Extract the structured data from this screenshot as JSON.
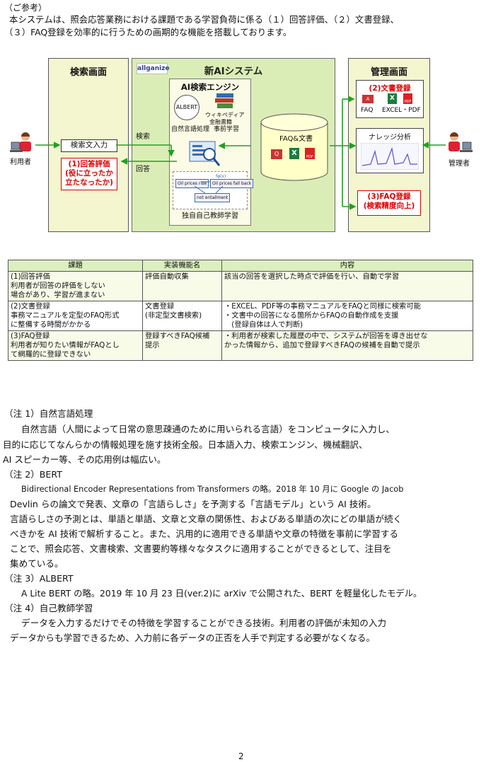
{
  "intro": {
    "heading": "（ご参考）",
    "line1": "本システムは、照会応答業務における課題である学習負荷に係る（１）回答評価、（２）文書登録、",
    "line2": "（３）FAQ登録を効率的に行うための画期的な機能を搭載しております。"
  },
  "diagram": {
    "search_panel_title": "検索画面",
    "ai_panel_title": "新AIシステム",
    "admin_panel_title": "管理画面",
    "logo": "allganize",
    "engine_title": "AI検索エンジン",
    "albert": "ALBERT",
    "wiki_line1": "ウィキペディア",
    "wiki_line2": "金融書籍",
    "nlp_label": "自然言語処理",
    "pretrain_label": "事前学習",
    "self_learning_label": "独自自己教師学習",
    "search_input_label": "検索文入力",
    "eval_line1": "(1)回答評価",
    "eval_line2": "(役に立ったか",
    "eval_line3": "立たなったか)",
    "search_arrow_label": "検索",
    "answer_arrow_label": "回答",
    "faq_doc_label": "FAQ&文書",
    "doc_reg_label": "(2)文書登録",
    "faq_label": "FAQ",
    "excel_pdf_label": "EXCEL・PDF",
    "knowledge_label": "ナレッジ分析",
    "faq_reg_line1": "(3)FAQ登録",
    "faq_reg_line2": "(検索精度向上)",
    "user_label": "利用者",
    "admin_label": "管理者",
    "icon_x": "X",
    "icon_pdf": "PDF",
    "icon_q": "Q",
    "icon_a": "A",
    "graph_top": "Oil prices rise",
    "graph_mid": "Oil prices fall back",
    "graph_bottom": "not entailment",
    "graph_fx": "fφ(x)",
    "colors": {
      "panel_yellow": "#f3f6cf",
      "panel_green": "#dbedb6",
      "arrow_green": "#22a022",
      "red": "#dd0000"
    }
  },
  "table": {
    "headers": [
      "課題",
      "実装機能名",
      "内容"
    ],
    "rows": [
      {
        "issue": [
          "(1)回答評価",
          "利用者が回答の評価をしない",
          "場合があり、学習が進まない"
        ],
        "feature": [
          "評価自動収集"
        ],
        "content": [
          "該当の回答を選択した時点で評価を行い、自動で学習"
        ]
      },
      {
        "issue": [
          "(2)文書登録",
          "事務マニュアルを定型のFAQ形式",
          "に整備する時間がかかる"
        ],
        "feature": [
          "文書登録",
          "(非定型文書検索)"
        ],
        "content": [
          "・EXCEL、PDF等の事務マニュアルをFAQと同様に検索可能",
          "・文書中の回答になる箇所からFAQの自動作成を支援",
          "　(登録自体は人で判断)"
        ]
      },
      {
        "issue": [
          "(3)FAQ登録",
          "利用者が知りたい情報がFAQとし",
          "て網羅的に登録できない"
        ],
        "feature": [
          "登録すべきFAQ候補",
          "提示"
        ],
        "content": [
          "・利用者が検索した履歴の中で、システムが回答を導き出せな",
          "かった情報から、追加で登録すべきFAQの候補を自動で提示"
        ]
      }
    ]
  },
  "notes": {
    "n1_title": "（注 1）自然言語処理",
    "n1_l1": "自然言語（人間によって日常の意思疎通のために用いられる言語）をコンピュータに入力し、",
    "n1_l2": "目的に応じてなんらかの情報処理を施す技術全般。日本語入力、検索エンジン、機械翻訳、",
    "n1_l3": "AI スピーカー等、その応用例は幅広い。",
    "n2_title": "（注 2）BERT",
    "n2_l1": "Bidirectional Encoder Representations from Transformers の略。2018 年 10 月に Google の Jacob",
    "n2_l2": "Devlin らの論文で発表、文章の「言語らしさ」を予測する「言語モデル」という AI 技術。",
    "n2_l3": "言語らしさの予測とは、単語と単語、文章と文章の関係性、およびある単語の次にどの単語が続く",
    "n2_l4": "べきかを AI 技術で解析すること。また、汎用的に適用できる単語や文章の特徴を事前に学習する",
    "n2_l5": "ことで、照会応答、文書検索、文書要約等様々なタスクに適用することができるとして、注目を",
    "n2_l6": "集めている。",
    "n3_title": "（注 3）ALBERT",
    "n3_l1": "A Lite BERT の略。2019 年 10 月 23 日(ver.2)に arXiv で公開された、BERT を軽量化したモデル。",
    "n4_title": "（注 4）自己教師学習",
    "n4_l1": "データを入力するだけでその特徴を学習することができる技術。利用者の評価が未知の入力",
    "n4_l2": "データからも学習できるため、入力前に各データの正否を人手で判定する必要がなくなる。"
  },
  "page_number": "2"
}
